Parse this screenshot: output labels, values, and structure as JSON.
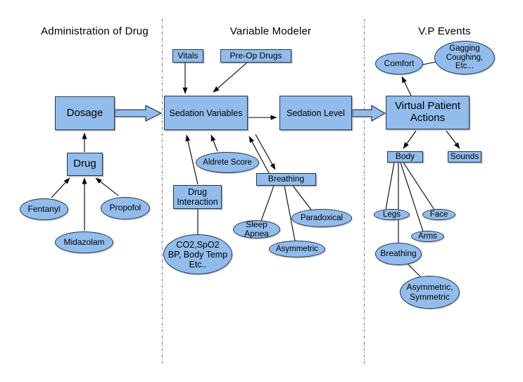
{
  "diagram": {
    "sections": {
      "left": "Administration of Drug",
      "middle": "Variable Modeler",
      "right": "V.P Events"
    },
    "nodes": {
      "dosage": "Dosage",
      "drug": "Drug",
      "fentanyl": "Fentanyl",
      "midazolam": "Midazolam",
      "propofol": "Propofol",
      "vitals": "Vitals",
      "preop_drugs": "Pre-Op Drugs",
      "sedation_variables": "Sedation Variables",
      "sedation_level": "Sedation Level",
      "aldrete_score": "Aldrete Score",
      "drug_interaction": "Drug\nInteraction",
      "physio_vars": "CO2,SpO2\nBP, Body Temp\nEtc..",
      "breathing_mid": "Breathing",
      "sleep_apnea": "Sleep Apnea",
      "paradoxical": "Paradoxical",
      "asymmetric": "Asymmetric",
      "comfort": "Comfort",
      "gagging": "Gagging\nCoughing,\nEtc...",
      "virtual_patient_actions": "Virtual Patient\nActions",
      "body": "Body",
      "sounds": "Sounds",
      "legs": "Legs",
      "face": "Face",
      "arms": "Arms",
      "breathing_right": "Breathing",
      "asymmetric_symmetric": "Asymmetric,\nSymmetric"
    },
    "colors": {
      "node_fill": "#92bcec",
      "node_border": "#24364a",
      "connector": "#000000",
      "divider": "#8a8a8a",
      "background": "#ffffff",
      "text": "#000000"
    }
  }
}
